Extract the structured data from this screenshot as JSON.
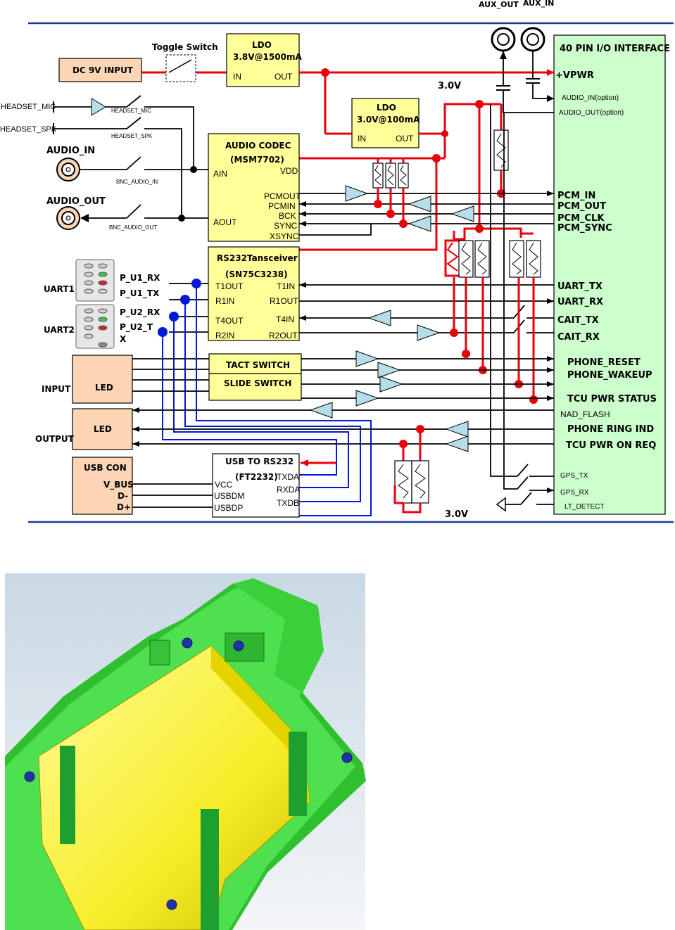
{
  "top_labels": {
    "aux_out": "AUX_OUT",
    "aux_in": "AUX_IN"
  },
  "power": {
    "dc_input": "DC 9V INPUT",
    "toggle_switch": "Toggle Switch",
    "ldo1": {
      "title1": "LDO",
      "title2": "3.8V@1500mA",
      "in": "IN",
      "out": "OUT"
    },
    "ldo2": {
      "title1": "LDO",
      "title2": "3.0V@100mA",
      "in": "IN",
      "out": "OUT"
    },
    "rail_3v_top": "3.0V",
    "rail_3v_bottom": "3.0V"
  },
  "audio_left": {
    "headset_mic": "HEADSET_MIC",
    "headset_mic_sw": "HEADSET_MIC",
    "headset_spk": "HEADSET_SPK",
    "headset_spk_sw": "HEADSET_SPK",
    "audio_in": "AUDIO_IN",
    "bnc_audio_in": "BNC_AUDIO_IN",
    "audio_out": "AUDIO_OUT",
    "bnc_audio_out": "BNC_AUDIO_OUT"
  },
  "codec": {
    "title1": "AUDIO CODEC",
    "title2": "(MSM7702)",
    "ain": "AIN",
    "vdd": "VDD",
    "aout": "AOUT",
    "pins": [
      "PCMOUT",
      "PCMIN",
      "BCK",
      "SYNC",
      "XSYNC"
    ]
  },
  "rs232": {
    "title1": "RS232Tansceiver",
    "title2": "(SN75C3238)",
    "t1out": "T1OUT",
    "t1in": "T1IN",
    "r1in": "R1IN",
    "r1out": "R1OUT",
    "t4out": "T4OUT",
    "t4in": "T4IN",
    "r2in": "R2IN",
    "r2out": "R2OUT"
  },
  "uart": {
    "uart1": "UART1",
    "uart2": "UART2",
    "p_u1_rx": "P_U1_RX",
    "p_u1_tx": "P_U1_TX",
    "p_u2_rx": "P_U2_RX",
    "p_u2_tx1": "P_U2_T",
    "p_u2_tx2": "X"
  },
  "io_left": {
    "input": "INPUT",
    "output": "OUTPUT",
    "led_in": "LED",
    "led_out": "LED",
    "tact": "TACT SWITCH",
    "slide": "SLIDE SWITCH"
  },
  "usb": {
    "con_title": "USB CON",
    "vbus": "V_BUS",
    "dm": "D-",
    "dp": "D+",
    "chip1": "USB TO RS232",
    "chip2": "(FT2232)",
    "vcc": "VCC",
    "usbdm": "USBDM",
    "usbdp": "USBDP",
    "txda": "TXDA",
    "rxda": "RXDA",
    "txdb": "TXDB"
  },
  "interface": {
    "title": "40 PIN I/O INTERFACE",
    "vpwr": "+VPWR",
    "audio_in_opt": "AUDIO_IN(option)",
    "audio_out_opt": "AUDIO_OUT(option)",
    "pcm_in": "PCM_IN",
    "pcm_out": "PCM_OUT",
    "pcm_clk": "PCM_CLK",
    "pcm_sync": "PCM_SYNC",
    "uart_tx": "UART_TX",
    "uart_rx": "UART_RX",
    "cait_tx": "CAIT_TX",
    "cait_rx": "CAIT_RX",
    "phone_reset": "PHONE_RESET",
    "phone_wakeup": "PHONE_WAKEUP",
    "tcu_pwr_status": "TCU PWR STATUS",
    "nad_flash": "NAD_FLASH",
    "phone_ring_ind": "PHONE RING IND",
    "tcu_pwr_on_req": "TCU PWR ON REQ",
    "gps_tx": "GPS_TX",
    "gps_rx": "GPS_RX",
    "lt_detect": "LT_DETECT"
  }
}
